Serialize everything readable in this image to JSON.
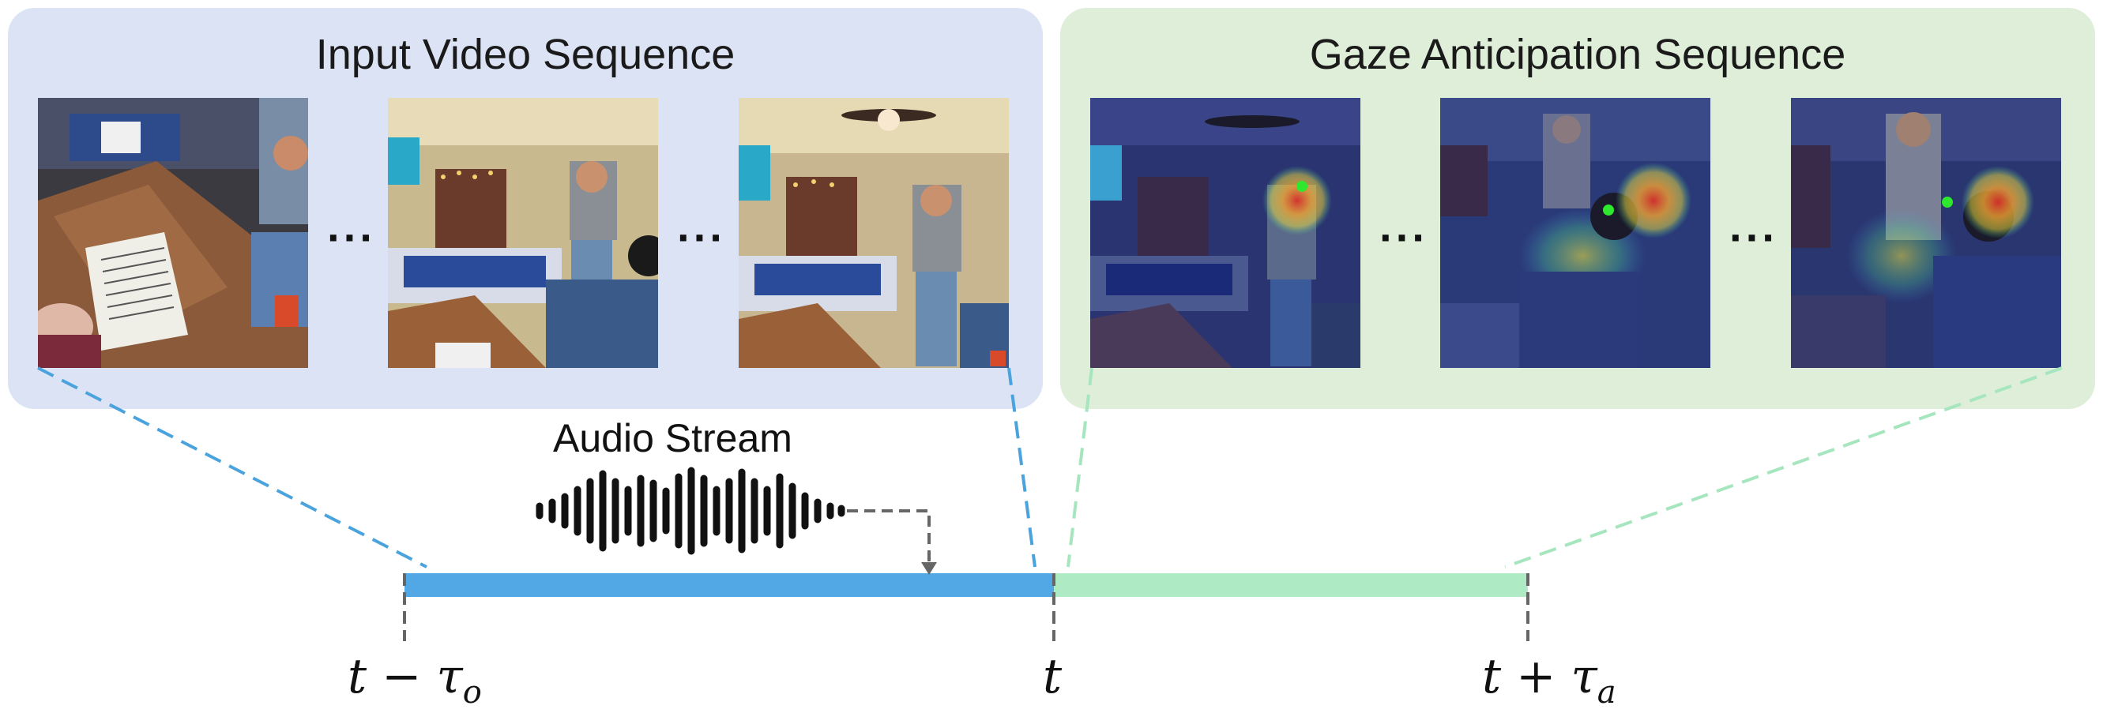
{
  "input_panel": {
    "title": "Input Video Sequence",
    "ellipsis_1": "···",
    "ellipsis_2": "···"
  },
  "gaze_panel": {
    "title": "Gaze Anticipation Sequence",
    "ellipsis_1": "···",
    "ellipsis_2": "···"
  },
  "audio": {
    "label": "Audio Stream"
  },
  "timeline": {
    "start_label": "t − τ",
    "start_sub": "o",
    "mid_label": "t",
    "end_label": "t + τ",
    "end_sub": "a"
  },
  "colors": {
    "input_panel_bg": "#dbe3f4",
    "gaze_panel_bg": "#dfeed8",
    "observed_bar": "#52a8e4",
    "anticipation_bar": "#aeeac4",
    "observed_dash": "#4aa3dc",
    "anticipation_dash": "#a6e6bf",
    "heatmap_center": "#d7302a",
    "gaze_point": "#2ee82e"
  }
}
